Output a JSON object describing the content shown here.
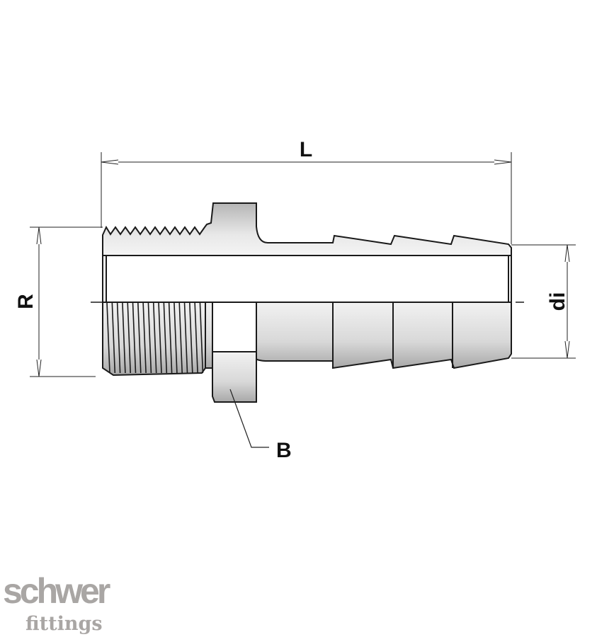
{
  "diagram": {
    "labels": {
      "length": "L",
      "thread": "R",
      "inner_diameter": "di",
      "hex": "B"
    },
    "colors": {
      "line": "#1a1a1a",
      "fill_light": "#f2f2f2",
      "fill_dark": "#b8b8b8",
      "logo": "#a9a6a4"
    }
  },
  "logo": {
    "line1": "schwer",
    "line2": "fittings"
  }
}
